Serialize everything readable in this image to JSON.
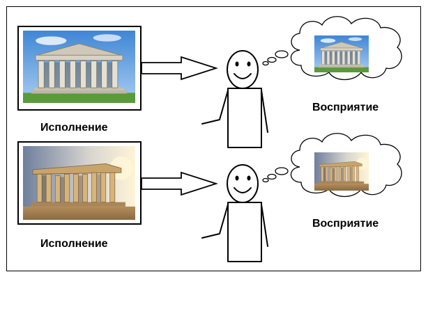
{
  "rows": [
    {
      "execution_label": "Исполнение",
      "perception_label": "Восприятие",
      "image_subject": "parthenon-replica-clear-sky"
    },
    {
      "execution_label": "Исполнение",
      "perception_label": "Восприятие",
      "image_subject": "parthenon-ruins-sunset"
    }
  ],
  "colors": {
    "line": "#000000",
    "sky_clear": "#4a8fd8",
    "grass": "#5a9a3a",
    "stone": "#d8d2c4",
    "sky_sunset": "#b7c4d8",
    "sun": "#fff1c2",
    "ruins": "#c9a46a"
  }
}
